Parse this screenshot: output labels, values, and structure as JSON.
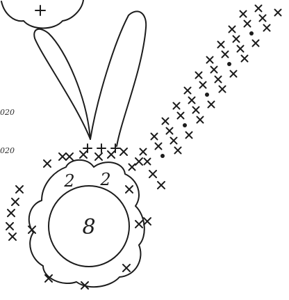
{
  "center_label": "8",
  "ring_labels": [
    "2",
    "2"
  ],
  "margin_notes": [
    "020",
    "020"
  ]
}
